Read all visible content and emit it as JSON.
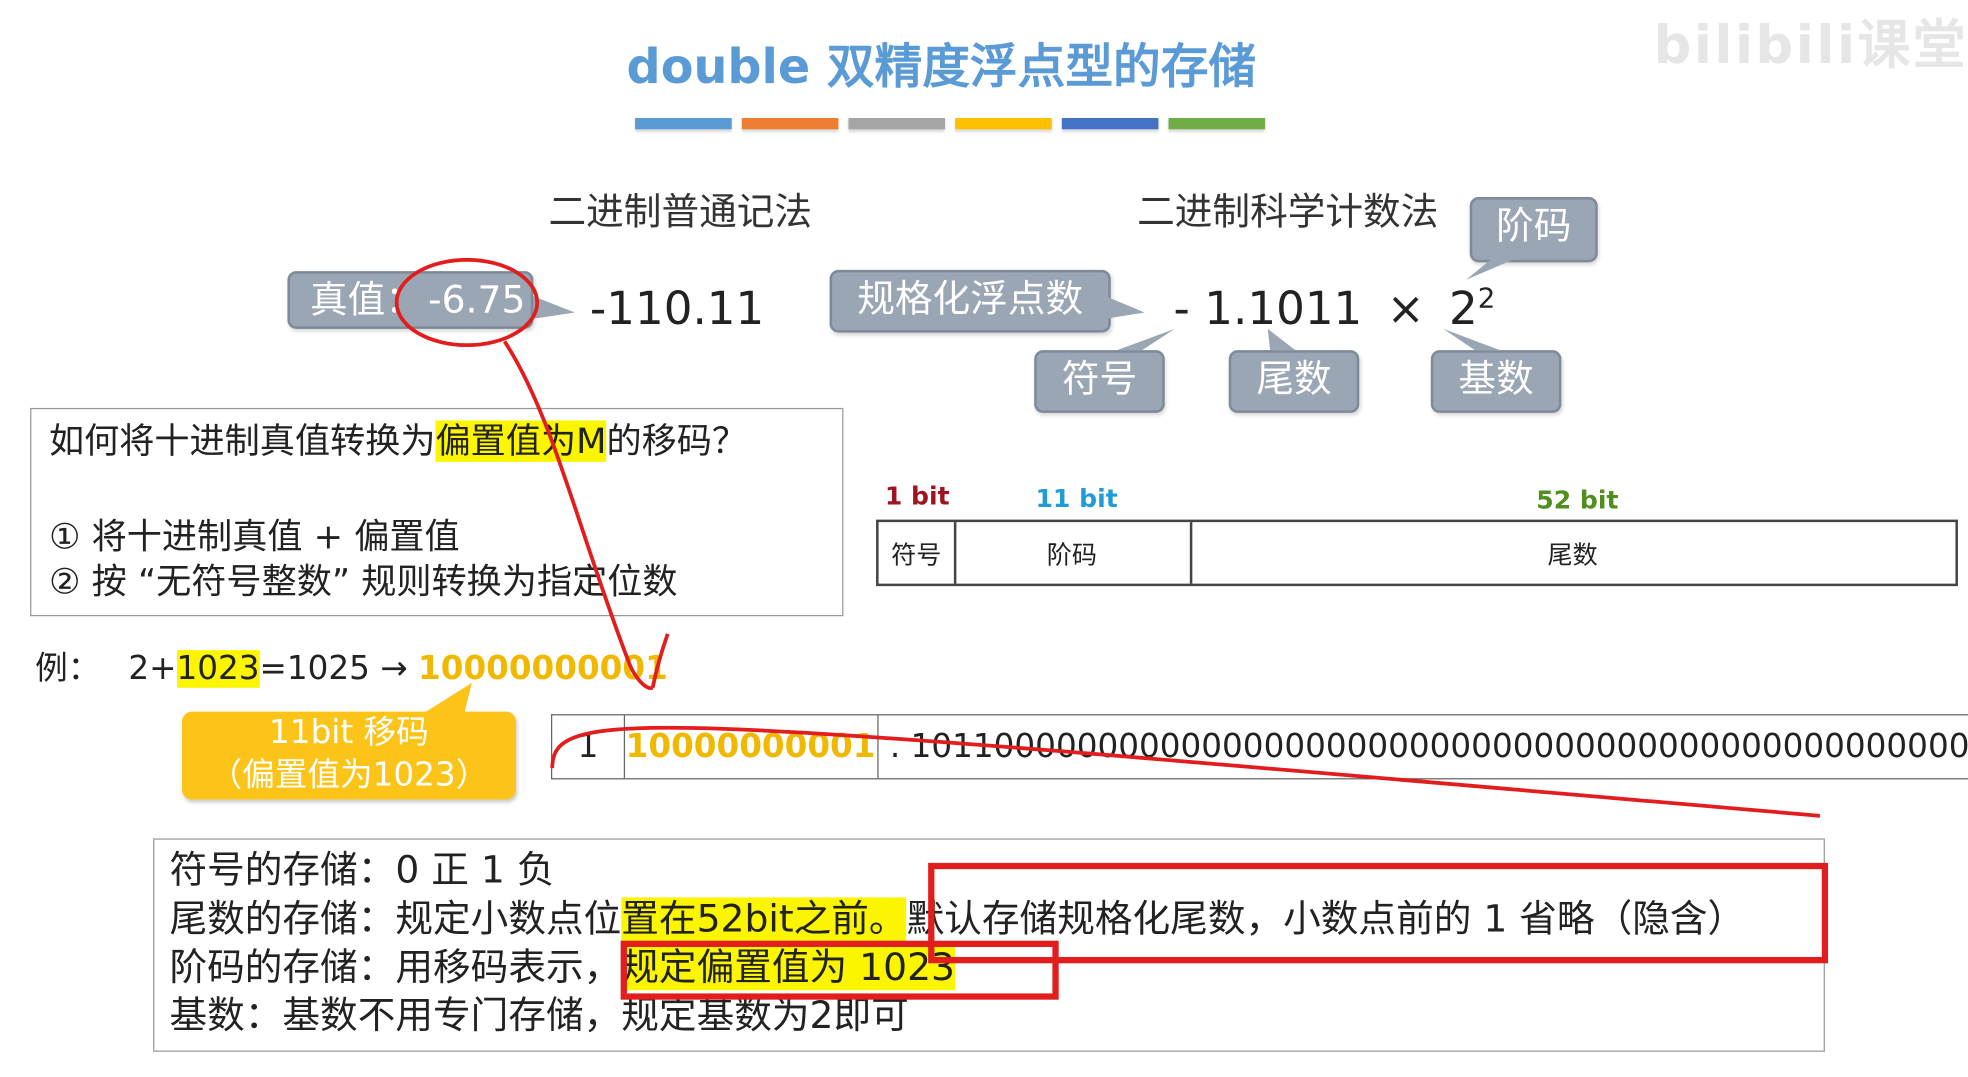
{
  "title": "double 双精度浮点型的存储",
  "watermark": "bilibili课堂",
  "accent_bar_colors": [
    "#5b9bd5",
    "#ed7d31",
    "#a5a5a5",
    "#ffc000",
    "#4472c4",
    "#70ad47"
  ],
  "left_header": "二进制普通记法",
  "right_header": "二进制科学计数法",
  "true_value_label": "真值：",
  "true_value": "-6.75",
  "binary_plain": "-110.11",
  "normalized_label": "规格化浮点数",
  "sci": {
    "sign": "-",
    "mantissa": "1.1011",
    "times": "×",
    "base": "2",
    "exponent": "2"
  },
  "callouts": {
    "exponent": "阶码",
    "sign": "符号",
    "mantissa": "尾数",
    "base": "基数"
  },
  "question": {
    "line1_pre": "如何将十进制真值转换为",
    "line1_hl": "偏置值为M",
    "line1_post": "的移码？",
    "step1": "① 将十进制真值 + 偏置值",
    "step2": "② 按 “无符号整数” 规则转换为指定位数"
  },
  "example": {
    "label": "例：",
    "pre": "2+",
    "hl": "1023",
    "mid": "=1025 → ",
    "result": "10000000001"
  },
  "bit_labels": {
    "sign": "1 bit",
    "exponent": "11 bit",
    "mantissa": "52 bit"
  },
  "layout_cells": {
    "sign": "符号",
    "exponent": "阶码",
    "mantissa": "尾数"
  },
  "bit_label_colors": {
    "sign": "#a0121f",
    "exponent": "#1f9bd7",
    "mantissa": "#4f8f1e"
  },
  "encoded": {
    "sign": "1",
    "exponent": "10000000001",
    "mantissa": ". 1011000000000000000000000000000000000000000000000000"
  },
  "offset_callout": {
    "line1": "11bit 移码",
    "line2": "（偏置值为1023）"
  },
  "storage": {
    "sign_line": "符号的存储：0 正 1 负",
    "mantissa_pre": "尾数的存储：规定小数点位",
    "mantissa_hl": "置在52bit之前。",
    "mantissa_post": "默认存储规格化尾数，小数点前的 1 省略（隐含）",
    "exponent_pre": "阶码的存储：用移码表示，",
    "exponent_hl": "规定偏置值为 1023",
    "base_line": "基数：基数不用专门存储，规定基数为2即可"
  }
}
